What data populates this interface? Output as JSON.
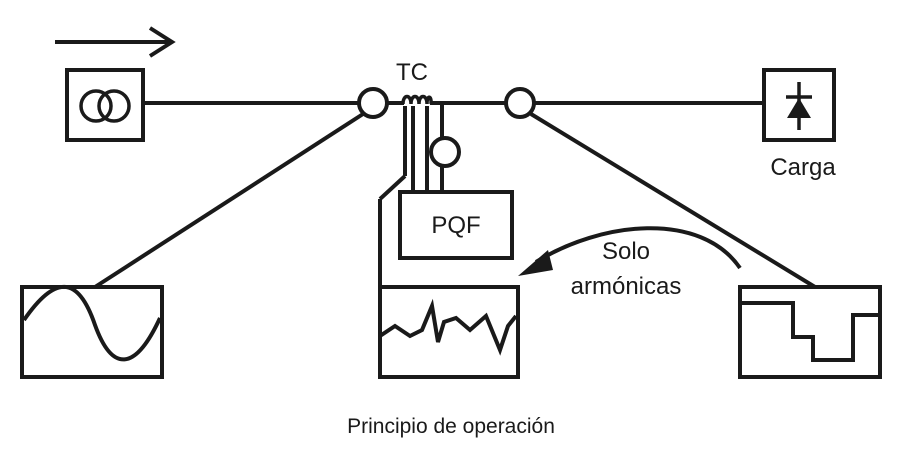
{
  "labels": {
    "ct": "TC",
    "load": "Carga",
    "filter": "PQF",
    "harmonics_line1": "Solo",
    "harmonics_line2": "armónicas",
    "caption": "Principio de operación"
  },
  "icons": {
    "source": "transformer-icon",
    "load": "diode-icon",
    "flow": "arrow-right-icon"
  },
  "colors": {
    "ink": "#1a1a1a",
    "background": "#ffffff"
  }
}
